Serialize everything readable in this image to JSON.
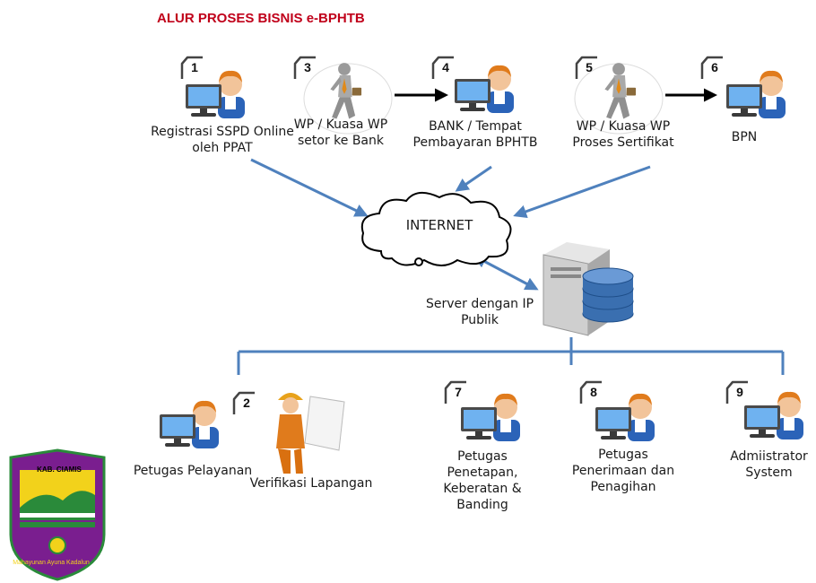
{
  "title": "ALUR PROSES BISNIS e-BPHTB",
  "steps": [
    {
      "num": "1",
      "label": "Registrasi  SSPD Online oleh PPAT",
      "icon": "user-computer-icon"
    },
    {
      "num": "3",
      "label": "WP / Kuasa WP setor ke Bank",
      "icon": "walking-businessman-icon"
    },
    {
      "num": "4",
      "label": "BANK / Tempat Pembayaran BPHTB",
      "icon": "user-computer-icon"
    },
    {
      "num": "5",
      "label": "WP / Kuasa WP Proses Sertifikat",
      "icon": "walking-businessman-icon"
    },
    {
      "num": "6",
      "label": "BPN",
      "icon": "user-computer-icon"
    },
    {
      "num": "2",
      "label": "Petugas Pelayanan",
      "icon": "user-computer-icon"
    },
    {
      "num": "",
      "label": "Verifikasi Lapangan",
      "icon": "field-engineer-icon"
    },
    {
      "num": "7",
      "label": "Petugas Penetapan, Keberatan & Banding",
      "icon": "user-computer-icon"
    },
    {
      "num": "8",
      "label": "Petugas Penerimaan dan Penagihan",
      "icon": "user-computer-icon"
    },
    {
      "num": "9",
      "label": "Admiistrator System",
      "icon": "user-computer-icon"
    }
  ],
  "internet_label": "INTERNET",
  "server_label": "Server dengan IP Publik",
  "logo": {
    "top_text": "KAB. CIAMIS",
    "bottom_text": "Mahayunan Ayuna Kadalun"
  },
  "colors": {
    "title": "#c0001a",
    "connector": "#4f81bd",
    "arrow": "#000000",
    "logo_purple": "#7a1e8f",
    "logo_green": "#2a8a3a"
  }
}
